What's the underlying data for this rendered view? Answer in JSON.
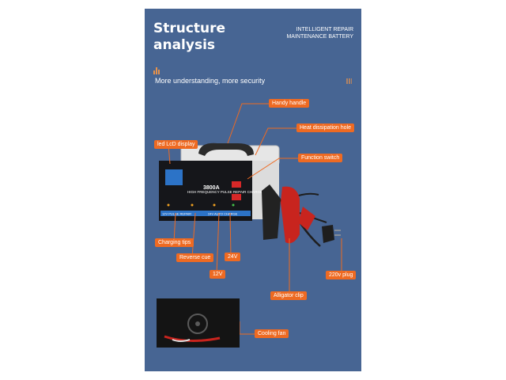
{
  "header": {
    "title": "Structure\nanalysis",
    "brand_line1": "INTELLIGENT REPAIR",
    "brand_line2": "MAINTENANCE BATTERY",
    "subtitle": "More understanding, more security"
  },
  "device": {
    "model": "3800A",
    "panel_text": "HIGH FREQUENCY PULSE REPAIR CHARGER",
    "mode_12v": "12V PULSE REPAIR",
    "mode_24v": "24V AUTO CHARGE"
  },
  "labels": {
    "handy_handle": "Handy handle",
    "heat_dissipation_hole": "Heat dissipation hole",
    "led_lcd_display": "led LcD display",
    "function_switch": "Function switch",
    "charging_tips": "Charging tips",
    "reverse_cue": "Reverse cue",
    "v24": "24V",
    "v12": "12V",
    "plug_220v": "220v plug",
    "alligator_clip": "Alligator clip",
    "cooling_fan": "Cooling fan"
  },
  "colors": {
    "panel": "#476593",
    "accent": "#ee6a22",
    "clip_red": "#c8241e"
  }
}
